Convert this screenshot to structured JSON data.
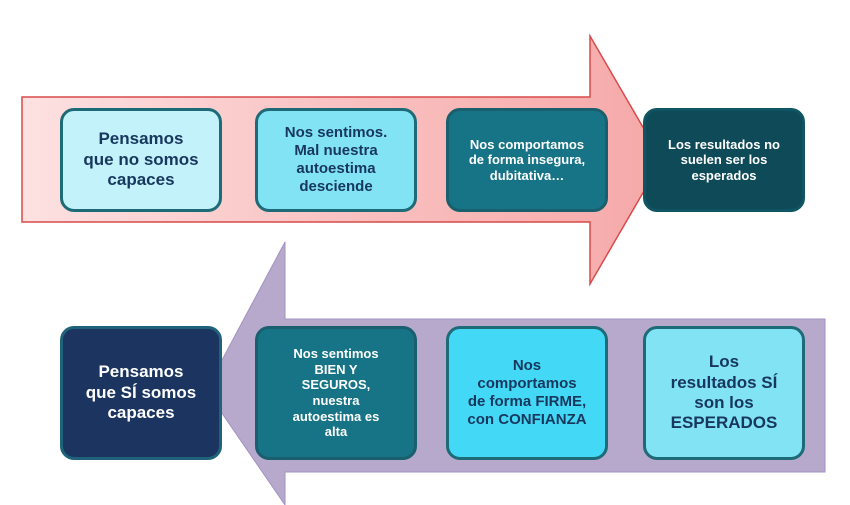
{
  "top_row": {
    "direction": "right",
    "arrow_color": "#f8b9b9",
    "boxes": [
      {
        "text": "Pensamos\nque no somos\ncapaces"
      },
      {
        "text": "Nos sentimos.\nMal nuestra\nautoestima\ndesciende"
      },
      {
        "text": "Nos comportamos\nde forma insegura,\ndubitativa…"
      },
      {
        "text": "Los resultados no\nsuelen ser los\nesperados"
      }
    ]
  },
  "bottom_row": {
    "direction": "left",
    "arrow_color": "#b7a9cc",
    "boxes": [
      {
        "text": "Pensamos\nque SÍ somos\ncapaces"
      },
      {
        "text": "Nos sentimos\nBIEN Y\nSEGUROS,\nnuestra\nautoestima es\nalta"
      },
      {
        "text": "Nos\ncomportamos\nde forma FIRME,\ncon CONFIANZA"
      },
      {
        "text": "Los\nresultados SÍ\nson los\nESPERADOS"
      }
    ]
  }
}
